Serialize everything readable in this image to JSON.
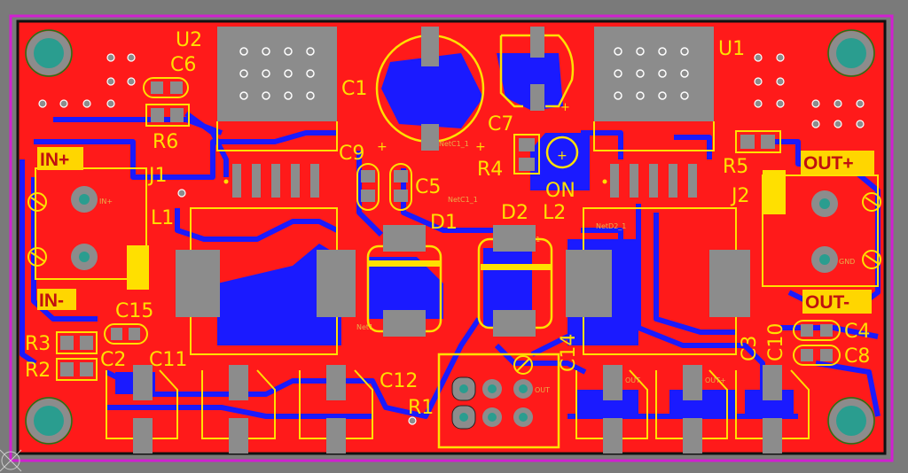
{
  "labels": {
    "u2": "U2",
    "u1": "U1",
    "c6": "C6",
    "c1": "C1",
    "r6": "R6",
    "c7": "C7",
    "c9": "C9",
    "c5": "C5",
    "r4": "R4",
    "r5": "R5",
    "j1": "J1",
    "j2": "J2",
    "l1": "L1",
    "l2": "L2",
    "d1": "D1",
    "d2": "D2",
    "on": "ON",
    "c15": "C15",
    "r3": "R3",
    "r2": "R2",
    "c2": "C2",
    "c11": "C11",
    "c12": "C12",
    "r1": "R1",
    "c14": "C14",
    "c3": "C3",
    "c10": "C10",
    "c4": "C4",
    "c8": "C8"
  },
  "connector_tags": {
    "in_plus": "IN+",
    "in_minus": "IN-",
    "out_plus": "OUT+",
    "out_minus": "OUT-"
  },
  "net_labels": {
    "netc1": "NetC1_1",
    "netd2": "NetD2_1",
    "netd2b": "NetD2_1",
    "inplus_pad": "IN+",
    "gnd_pad": "GND",
    "outplus": "OUT+",
    "out": "OUT",
    "net1": "Net1"
  },
  "colors": {
    "board_red": "#ff1a1a",
    "top_copper_blue": "#1a1aff",
    "silkscreen": "#ffe000",
    "pad_gray": "#8c8c8c",
    "via_teal": "#2a9d8f",
    "outline_magenta": "#d020d0"
  }
}
